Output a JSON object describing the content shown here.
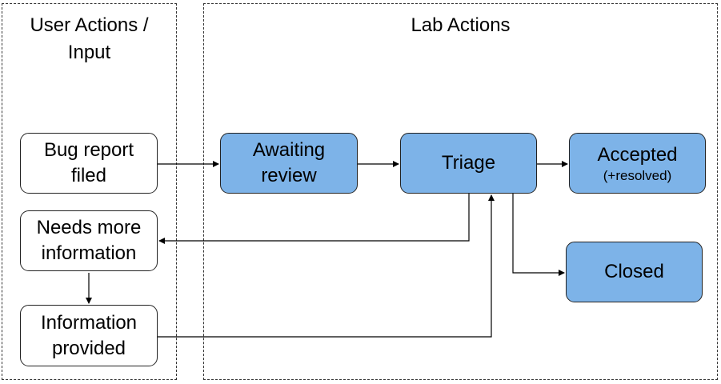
{
  "lanes": {
    "user": {
      "title": "User Actions /\nInput"
    },
    "lab": {
      "title": "Lab Actions"
    }
  },
  "nodes": {
    "bug_report": {
      "label": "Bug report\nfiled"
    },
    "needs_info": {
      "label": "Needs more\ninformation"
    },
    "info_provided": {
      "label": "Information\nprovided"
    },
    "awaiting_review": {
      "label": "Awaiting\nreview"
    },
    "triage": {
      "label": "Triage"
    },
    "accepted": {
      "label": "Accepted",
      "sublabel": "(+resolved)"
    },
    "closed": {
      "label": "Closed"
    }
  },
  "colors": {
    "node_fill": "#7db3e8",
    "stroke": "#222222"
  }
}
